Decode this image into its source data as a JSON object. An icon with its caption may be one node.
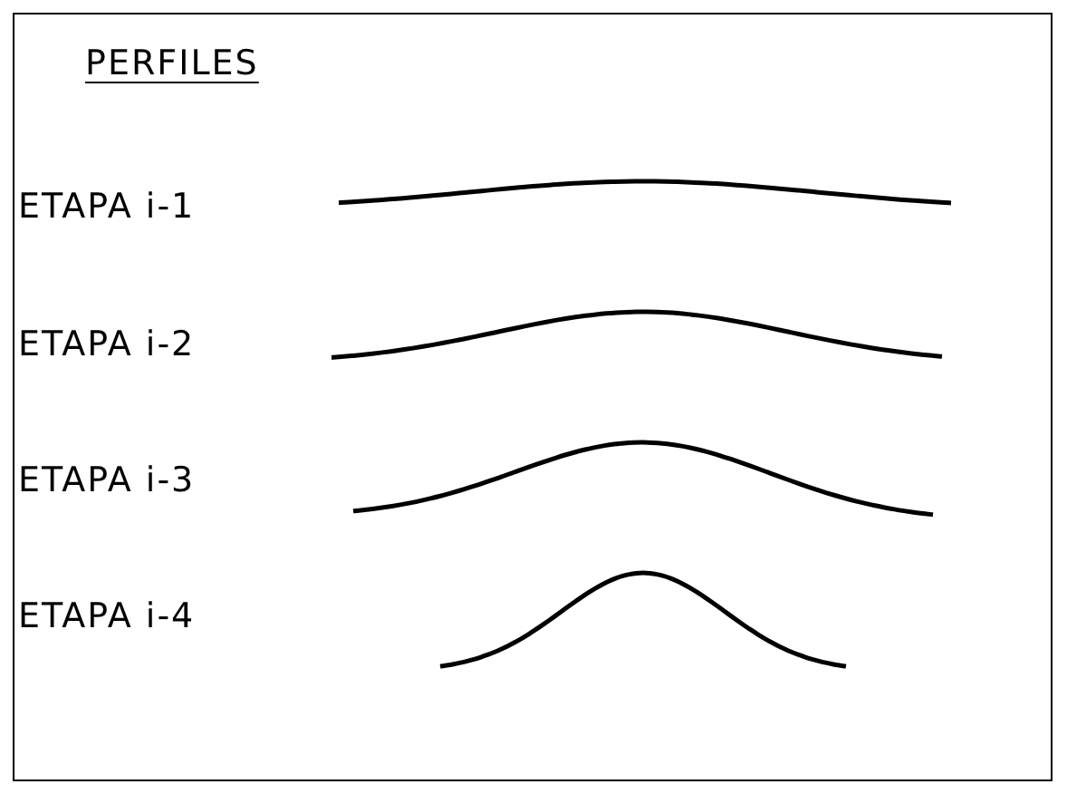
{
  "diagram": {
    "title": "PERFILES",
    "labels": [
      "ETAPA i-1",
      "ETAPA i-2",
      "ETAPA i-3",
      "ETAPA i-4"
    ]
  }
}
